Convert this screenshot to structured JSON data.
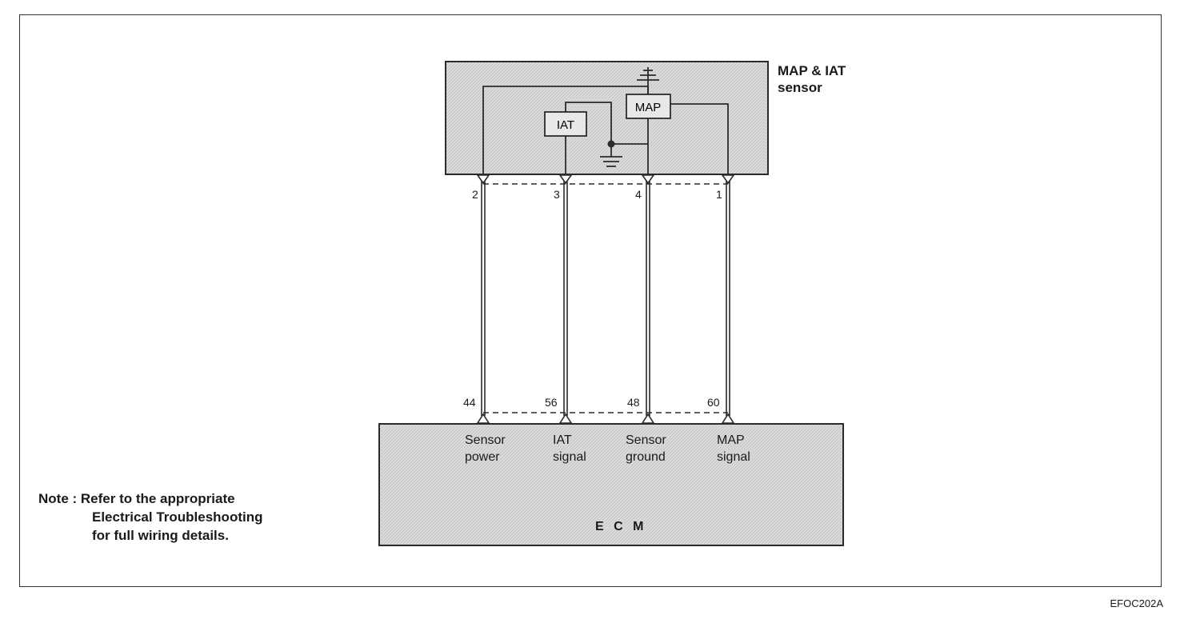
{
  "sensor": {
    "title_line1": "MAP & IAT",
    "title_line2": "sensor",
    "map_label": "MAP",
    "iat_label": "IAT"
  },
  "sensor_pins": [
    "2",
    "3",
    "4",
    "1"
  ],
  "ecm_pins": [
    "44",
    "56",
    "48",
    "60"
  ],
  "signals": [
    {
      "line1": "Sensor",
      "line2": "power"
    },
    {
      "line1": "IAT",
      "line2": "signal"
    },
    {
      "line1": "Sensor",
      "line2": "ground"
    },
    {
      "line1": "MAP",
      "line2": "signal"
    }
  ],
  "ecm": {
    "label": "E C M"
  },
  "note": {
    "line1": "Note : Refer to the appropriate",
    "line2": "Electrical Troubleshooting",
    "line3": "for full wiring details."
  },
  "figure_code": "EFOC202A",
  "colors": {
    "box_fill": "#d9d9d9",
    "line": "#2b2b2b"
  }
}
